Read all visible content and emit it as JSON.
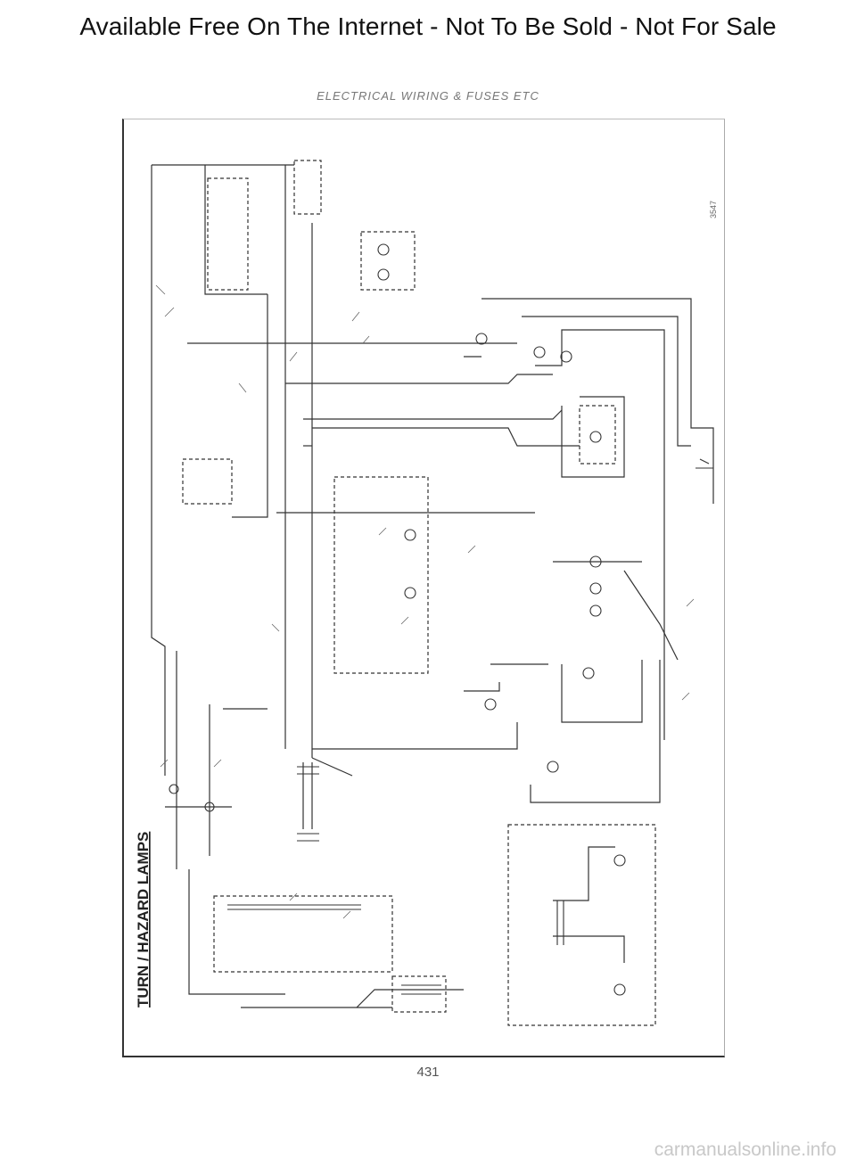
{
  "banner": {
    "text": "Available Free On The Internet - Not To Be Sold - Not For Sale"
  },
  "section_title": "ELECTRICAL WIRING & FUSES ETC",
  "diagram": {
    "title": "TURN / HAZARD LAMPS",
    "ref_code": "3547"
  },
  "page_number": "431",
  "watermark": "carmanualsonline.info",
  "colors": {
    "line": "#333333",
    "faint": "#888888",
    "watermark": "#c8c8c8"
  }
}
